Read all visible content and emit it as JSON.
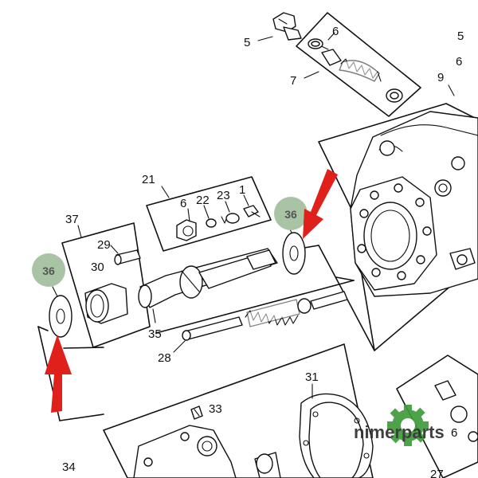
{
  "parts": {
    "p5a": "5",
    "p6a": "6",
    "p7": "7",
    "p5b": "5",
    "p6b": "6",
    "p9": "9",
    "p21": "21",
    "p6c": "6",
    "p22": "22",
    "p23": "23",
    "p1": "1",
    "p37": "37",
    "p29": "29",
    "p30": "30",
    "p35": "35",
    "p28": "28",
    "p36a": "36",
    "p36b": "36",
    "p31": "31",
    "p33": "33",
    "p34": "34",
    "p27": "27",
    "p6d": "6"
  },
  "watermark": {
    "brand": "nimerparts"
  },
  "colors": {
    "highlight_circle": "#a9c4a4",
    "arrow": "#e0201a",
    "logo_gear": "#3f9b3a"
  }
}
